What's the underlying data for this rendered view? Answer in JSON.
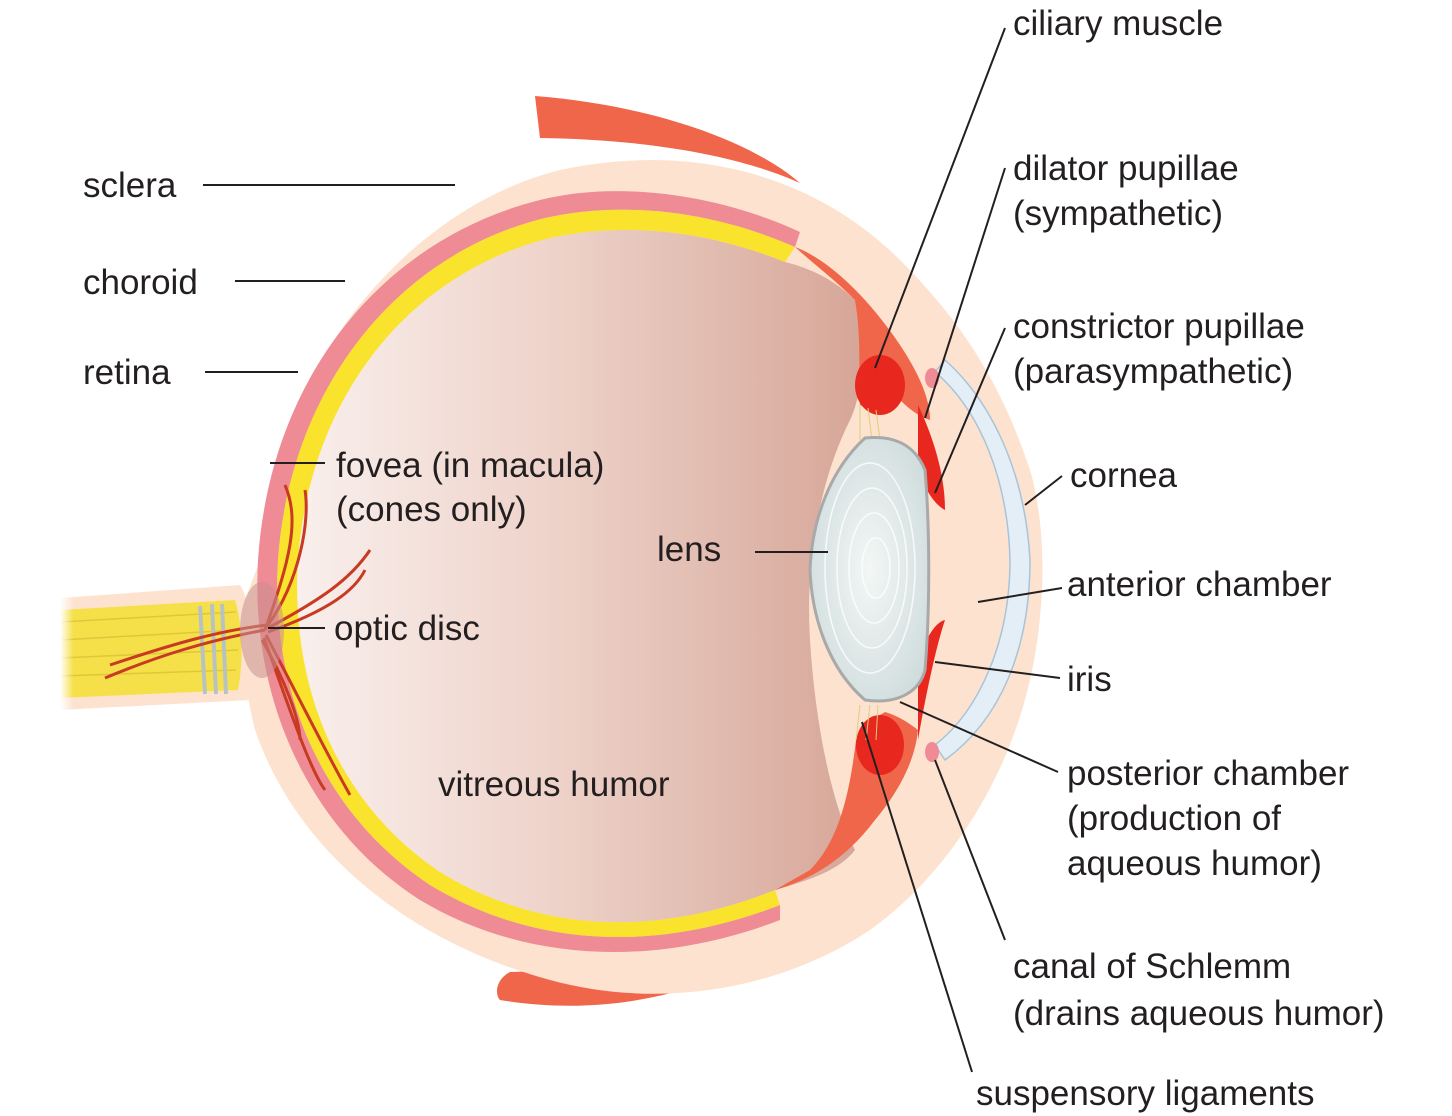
{
  "labels": {
    "sclera": "sclera",
    "choroid": "choroid",
    "retina": "retina",
    "fovea_line1": "fovea (in macula)",
    "fovea_line2": "(cones only)",
    "optic_disc": "optic disc",
    "vitreous_humor": "vitreous humor",
    "lens": "lens",
    "ciliary_muscle": "ciliary muscle",
    "dilator_line1": "dilator pupillae",
    "dilator_line2": "(sympathetic)",
    "constrictor_line1": "constrictor pupillae",
    "constrictor_line2": "(parasympathetic)",
    "cornea": "cornea",
    "anterior_chamber": "anterior chamber",
    "iris": "iris",
    "posterior_line1": "posterior chamber",
    "posterior_line2": "(production of",
    "posterior_line3": "aqueous humor)",
    "schlemm_line1": "canal of Schlemm",
    "schlemm_line2": "(drains aqueous humor)",
    "suspensory_ligaments": "suspensory ligaments"
  },
  "colors": {
    "sclera": "#fde3cf",
    "choroid": "#ef8b94",
    "retina": "#f9e32c",
    "vitreous_light": "#f7ece8",
    "vitreous_dark": "#d8a99b",
    "muscle": "#f0664a",
    "ciliary": "#e8281f",
    "vessel": "#c83a22",
    "lens": "#dfe7e7",
    "cornea": "#e3eef7",
    "optic_nerve": "#f6e04a",
    "leader": "#231f20"
  }
}
